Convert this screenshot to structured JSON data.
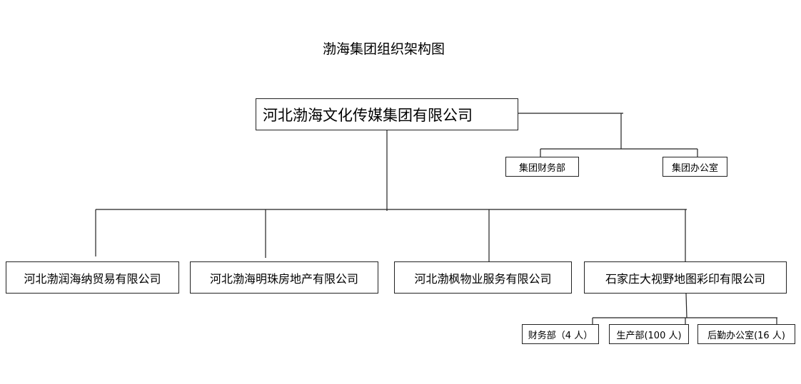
{
  "chart_title": "渤海集团组织架构图",
  "root": "河北渤海文化传媒集团有限公司",
  "staff_departments": [
    "集团财务部",
    "集团办公室"
  ],
  "subsidiaries": [
    "河北渤润海纳贸易有限公司",
    "河北渤海明珠房地产有限公司",
    "河北渤枫物业服务有限公司",
    "石家庄大视野地图彩印有限公司"
  ],
  "subsidiary_departments": [
    "财务部（4 人）",
    "生产部(100 人)",
    "后勤办公室(16 人)"
  ],
  "colors": {
    "line": "#222222",
    "box_border": "#222222",
    "background": "#ffffff"
  }
}
